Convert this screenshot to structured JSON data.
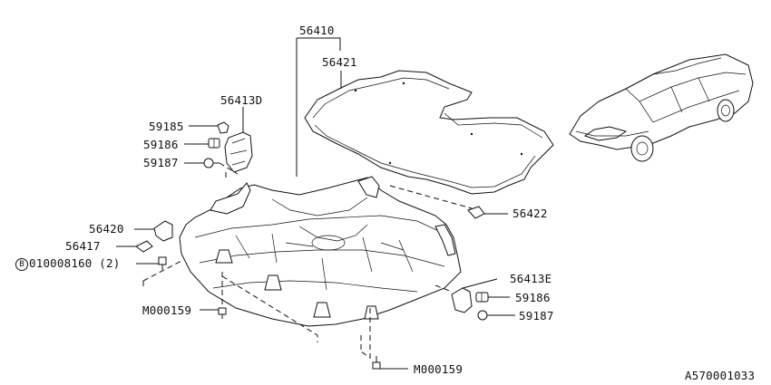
{
  "labels": {
    "p56410": "56410",
    "p56421": "56421",
    "p56413D": "56413D",
    "p59185": "59185",
    "p59186_left": "59186",
    "p59187_left": "59187",
    "p56420": "56420",
    "p56417": "56417",
    "p010008160_circle": "B",
    "p010008160": "010008160 (2)",
    "pM000159_left": "M000159",
    "p56422": "56422",
    "p56413E": "56413E",
    "p59186_right": "59186",
    "p59187_right": "59187",
    "pM000159_bottom": "M000159",
    "diagram_id": "A570001033"
  },
  "icons": [
    "bolt-icon",
    "clip-icon",
    "bracket-icon",
    "car-icon"
  ]
}
